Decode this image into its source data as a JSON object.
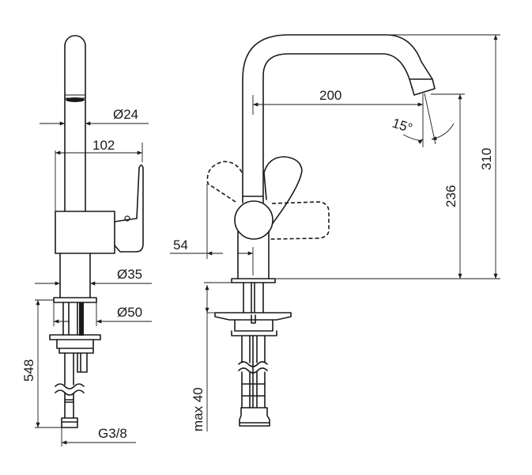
{
  "side_view": {
    "dim_spout_diameter": "Ø24",
    "dim_depth": "102",
    "dim_body_diameter": "Ø35",
    "dim_base_diameter": "Ø50",
    "dim_hose_length": "548",
    "dim_connection": "G3/8"
  },
  "front_view": {
    "dim_reach": "200",
    "dim_swivel_angle": "15°",
    "dim_spout_height": "236",
    "dim_total_height": "310",
    "dim_handle_offset": "54",
    "dim_max_thickness": "max 40"
  },
  "colors": {
    "line": "#1a1a1a",
    "background": "#ffffff"
  }
}
